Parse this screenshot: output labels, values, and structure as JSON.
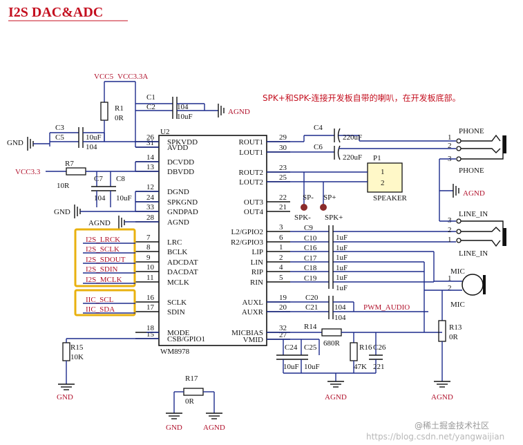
{
  "title": "I2S DAC&ADC",
  "note": "SPK+和SPK-连接开发板自带的喇叭，在开发板底部。",
  "watermark": "@稀土掘金技术社区",
  "watermark_url": "https://blog.csdn.net/yangwaijian",
  "chip": {
    "ref": "U2",
    "part": "WM8978",
    "left_pins": [
      {
        "num": "26",
        "name": "SPKVDD"
      },
      {
        "num": "31",
        "name": "AVDD"
      },
      {
        "num": "14",
        "name": "DCVDD"
      },
      {
        "num": "13",
        "name": "DBVDD"
      },
      {
        "num": "12",
        "name": "DGND"
      },
      {
        "num": "24",
        "name": "SPKGND"
      },
      {
        "num": "33",
        "name": "GNDPAD"
      },
      {
        "num": "28",
        "name": "AGND"
      },
      {
        "num": "7",
        "name": "LRC"
      },
      {
        "num": "8",
        "name": "BCLK"
      },
      {
        "num": "9",
        "name": "ADCDAT"
      },
      {
        "num": "10",
        "name": "DACDAT"
      },
      {
        "num": "11",
        "name": "MCLK"
      },
      {
        "num": "16",
        "name": "SCLK"
      },
      {
        "num": "17",
        "name": "SDIN"
      },
      {
        "num": "18",
        "name": "MODE"
      },
      {
        "num": "15",
        "name": "CSB/GPIO1"
      }
    ],
    "right_pins": [
      {
        "num": "29",
        "name": "ROUT1"
      },
      {
        "num": "30",
        "name": "LOUT1"
      },
      {
        "num": "23",
        "name": "ROUT2"
      },
      {
        "num": "25",
        "name": "LOUT2"
      },
      {
        "num": "22",
        "name": "OUT3"
      },
      {
        "num": "21",
        "name": "OUT4"
      },
      {
        "num": "3",
        "name": "L2/GPIO2"
      },
      {
        "num": "6",
        "name": "R2/GPIO3"
      },
      {
        "num": "1",
        "name": "LIP"
      },
      {
        "num": "2",
        "name": "LIN"
      },
      {
        "num": "4",
        "name": "RIP"
      },
      {
        "num": "5",
        "name": "RIN"
      },
      {
        "num": "19",
        "name": "AUXL"
      },
      {
        "num": "20",
        "name": "AUXR"
      },
      {
        "num": "32",
        "name": "MICBIAS"
      },
      {
        "num": "27",
        "name": "VMID"
      }
    ]
  },
  "net_labels": {
    "i2s": [
      "I2S_LRCK",
      "I2S_SCLK",
      "I2S_SDOUT",
      "I2S_SDIN",
      "I2S_MCLK"
    ],
    "iic": [
      "IIC_SCL",
      "IIC_SDA"
    ],
    "vcc5": "VCC5",
    "vcc33a": "VCC3.3A",
    "vcc33": "VCC3.3",
    "pwm": "PWM_AUDIO"
  },
  "components": {
    "r1": [
      "R1",
      "0R"
    ],
    "r7": [
      "R7",
      "10R"
    ],
    "r13": [
      "R13",
      "0R"
    ],
    "r14": [
      "R14",
      "680R"
    ],
    "r15": [
      "R15",
      "10K"
    ],
    "r16": [
      "R16",
      "47K"
    ],
    "r17": [
      "R17",
      "0R"
    ],
    "c1": "C1",
    "c2": "C2",
    "c12val": [
      "104",
      "10uF"
    ],
    "c3": "C3",
    "c5": "C5",
    "c35val": [
      "10uF",
      "104"
    ],
    "c7": "C7",
    "c8": "C8",
    "c78val": [
      "104",
      "10uF"
    ],
    "c4": [
      "C4",
      "220uF"
    ],
    "c6": [
      "C6",
      "220uF"
    ],
    "c9_19": [
      "C9",
      "C10",
      "C16",
      "C17",
      "C18",
      "C19"
    ],
    "uf": "1uF",
    "c20": [
      "C20",
      "104"
    ],
    "c21": [
      "C21",
      "104"
    ],
    "c24": [
      "C24",
      "10uF"
    ],
    "c25": [
      "C25",
      "10uF"
    ],
    "c26": [
      "C26",
      "221"
    ],
    "p1": [
      "P1",
      "1",
      "2",
      "SPEAKER"
    ],
    "spk": [
      "SP-",
      "SP+",
      "SPK-",
      "SPK+"
    ],
    "phone": [
      "PHONE",
      "PHONE",
      "1",
      "2",
      "3"
    ],
    "linein": [
      "LINE_IN",
      "LINE_IN",
      "3",
      "2",
      "1"
    ],
    "mic": [
      "MIC",
      "MIC",
      "1",
      "2"
    ]
  },
  "grounds": {
    "gnd": "GND",
    "agnd": "AGND"
  }
}
